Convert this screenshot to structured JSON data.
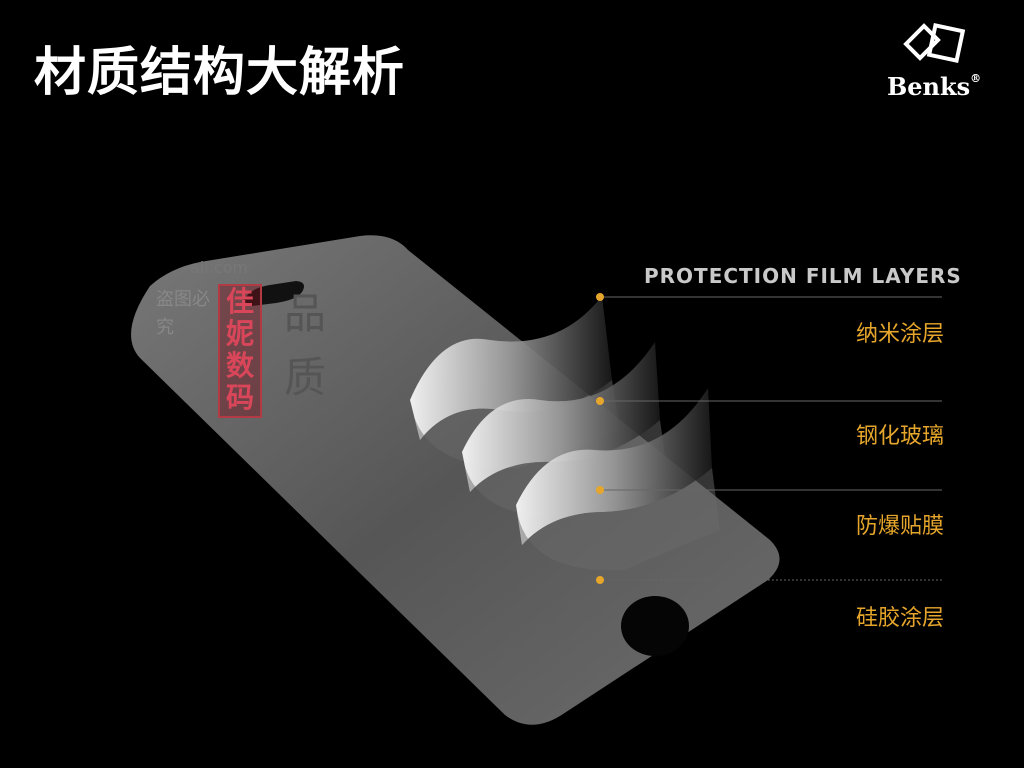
{
  "title": "材质结构大解析",
  "brand": {
    "name": "Benks",
    "mark": "®"
  },
  "heading": "PROTECTION FILM LAYERS",
  "layers": [
    {
      "label": "纳米涂层"
    },
    {
      "label": "钢化玻璃"
    },
    {
      "label": "防爆贴膜"
    },
    {
      "label": "硅胶涂层"
    }
  ],
  "watermark": {
    "domain": "ail.com",
    "warning": "盗图必究",
    "stamp": "佳妮数码",
    "big": "品质"
  },
  "colors": {
    "label": "#e6a62b",
    "background": "#000000",
    "heading": "#c9c9c9"
  }
}
